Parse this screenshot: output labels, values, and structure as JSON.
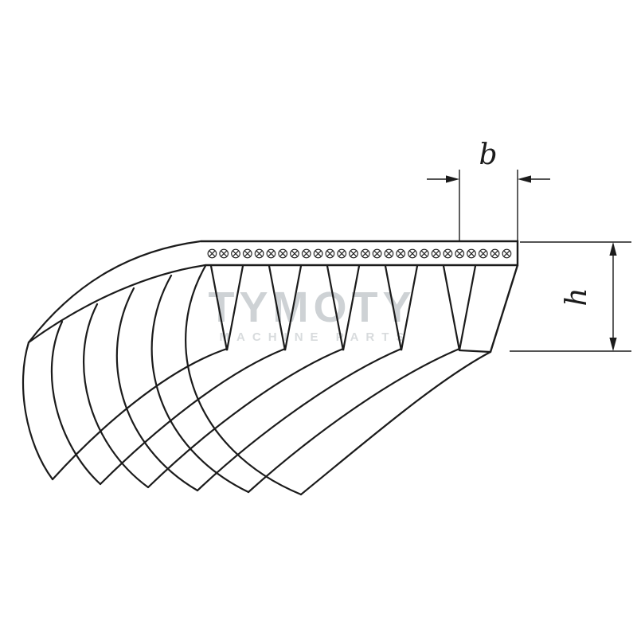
{
  "diagram": {
    "dimensions": {
      "b_label": "b",
      "h_label": "h"
    },
    "watermark": {
      "brand": "TYMOTY",
      "tagline": "MACHINE PARTS"
    },
    "colors": {
      "line": "#1b1b1b",
      "watermark_primary": "#c9ced1",
      "watermark_secondary": "#d6dadc",
      "background": "#ffffff"
    }
  }
}
